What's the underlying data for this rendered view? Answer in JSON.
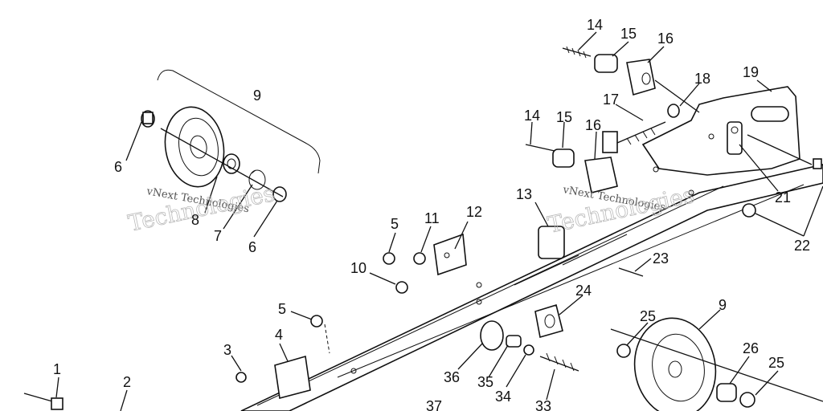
{
  "watermark": {
    "line1": "vNext Technologies",
    "line2": "Technologies"
  },
  "callouts": [
    {
      "id": "c1",
      "text": "1"
    },
    {
      "id": "c2",
      "text": "2"
    },
    {
      "id": "c3",
      "text": "3"
    },
    {
      "id": "c4",
      "text": "4"
    },
    {
      "id": "c5a",
      "text": "5"
    },
    {
      "id": "c5b",
      "text": "5"
    },
    {
      "id": "c6a",
      "text": "6"
    },
    {
      "id": "c6b",
      "text": "6"
    },
    {
      "id": "c7",
      "text": "7"
    },
    {
      "id": "c8",
      "text": "8"
    },
    {
      "id": "c9a",
      "text": "9"
    },
    {
      "id": "c9b",
      "text": "9"
    },
    {
      "id": "c10",
      "text": "10"
    },
    {
      "id": "c11",
      "text": "11"
    },
    {
      "id": "c12",
      "text": "12"
    },
    {
      "id": "c13",
      "text": "13"
    },
    {
      "id": "c14a",
      "text": "14"
    },
    {
      "id": "c14b",
      "text": "14"
    },
    {
      "id": "c15a",
      "text": "15"
    },
    {
      "id": "c15b",
      "text": "15"
    },
    {
      "id": "c16a",
      "text": "16"
    },
    {
      "id": "c16b",
      "text": "16"
    },
    {
      "id": "c17",
      "text": "17"
    },
    {
      "id": "c18",
      "text": "18"
    },
    {
      "id": "c19",
      "text": "19"
    },
    {
      "id": "c21",
      "text": "21"
    },
    {
      "id": "c22",
      "text": "22"
    },
    {
      "id": "c23",
      "text": "23"
    },
    {
      "id": "c24",
      "text": "24"
    },
    {
      "id": "c25a",
      "text": "25"
    },
    {
      "id": "c25b",
      "text": "25"
    },
    {
      "id": "c26",
      "text": "26"
    },
    {
      "id": "c33",
      "text": "33"
    },
    {
      "id": "c34",
      "text": "34"
    },
    {
      "id": "c35",
      "text": "35"
    },
    {
      "id": "c36",
      "text": "36"
    },
    {
      "id": "c37",
      "text": "37"
    }
  ]
}
